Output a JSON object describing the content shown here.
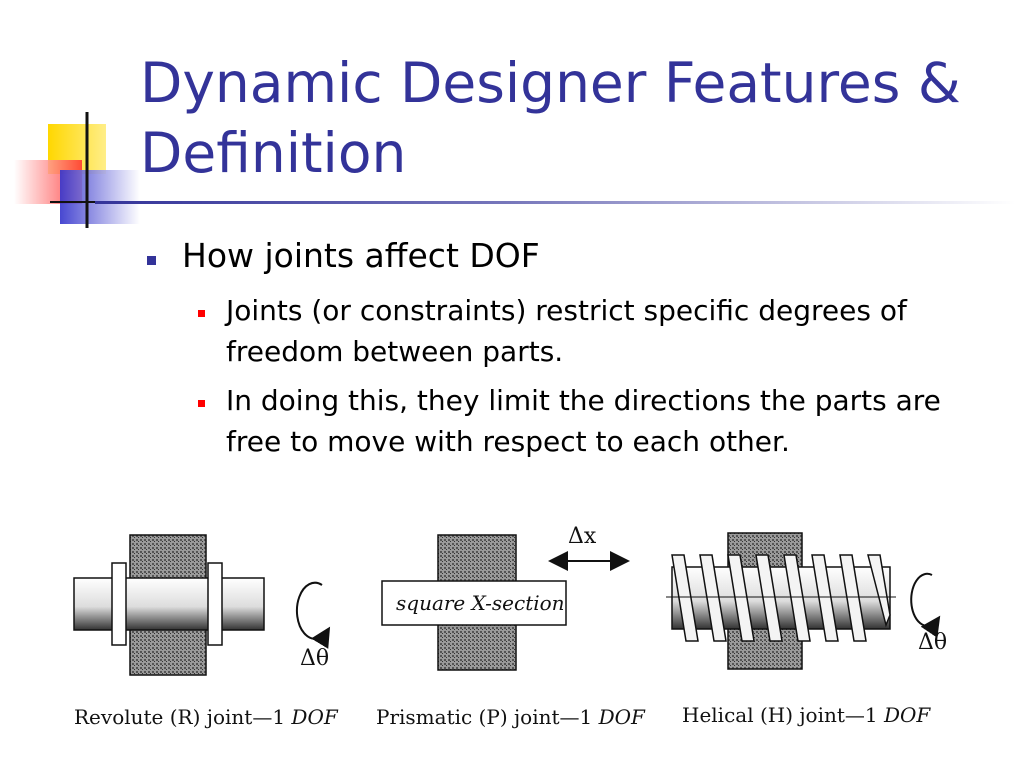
{
  "slide": {
    "title_line1": "Dynamic Designer Features &",
    "title_line2": "Definition",
    "bullet_main": "How joints affect DOF",
    "sub_bullets": [
      "Joints (or constraints) restrict specific degrees of freedom between parts.",
      "In doing this, they limit the directions the parts are free to move with respect to each other."
    ]
  },
  "figure": {
    "revolute_label": "Revolute (R) joint—1",
    "prismatic_label": "Prismatic (P) joint—1",
    "helical_label": "Helical (H) joint—1",
    "dof_text": "DOF",
    "delta_theta": "Δθ",
    "delta_x": "Δx",
    "square_xsection": "square X-section"
  },
  "colors": {
    "title": "#333399",
    "main_bullet": "#333399",
    "sub_bullet": "#ff0000"
  }
}
